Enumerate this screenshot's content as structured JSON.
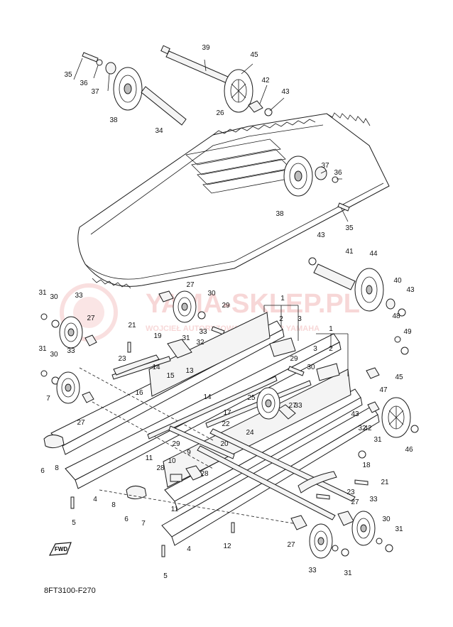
{
  "watermark": {
    "brand": "YAMA-SKLEP.PL",
    "tagline": "WOJCIEŁ AUTORYZOWANY DEALER YAMAHA",
    "color": "#d42a2a"
  },
  "diagram_code": "8FT3100-F270",
  "fwd_label": "FWD",
  "callouts": [
    {
      "n": "1"
    },
    {
      "n": "1"
    },
    {
      "n": "2"
    },
    {
      "n": "2"
    },
    {
      "n": "3"
    },
    {
      "n": "3"
    },
    {
      "n": "4"
    },
    {
      "n": "4"
    },
    {
      "n": "5"
    },
    {
      "n": "5"
    },
    {
      "n": "6"
    },
    {
      "n": "6"
    },
    {
      "n": "7"
    },
    {
      "n": "7"
    },
    {
      "n": "8"
    },
    {
      "n": "8"
    },
    {
      "n": "9"
    },
    {
      "n": "10"
    },
    {
      "n": "11"
    },
    {
      "n": "11"
    },
    {
      "n": "12"
    },
    {
      "n": "13"
    },
    {
      "n": "14"
    },
    {
      "n": "14"
    },
    {
      "n": "15"
    },
    {
      "n": "16"
    },
    {
      "n": "17"
    },
    {
      "n": "18"
    },
    {
      "n": "19"
    },
    {
      "n": "20"
    },
    {
      "n": "21"
    },
    {
      "n": "21"
    },
    {
      "n": "22"
    },
    {
      "n": "23"
    },
    {
      "n": "23"
    },
    {
      "n": "24"
    },
    {
      "n": "25"
    },
    {
      "n": "26"
    },
    {
      "n": "27"
    },
    {
      "n": "27"
    },
    {
      "n": "27"
    },
    {
      "n": "27"
    },
    {
      "n": "27"
    },
    {
      "n": "27"
    },
    {
      "n": "28"
    },
    {
      "n": "28"
    },
    {
      "n": "29"
    },
    {
      "n": "29"
    },
    {
      "n": "29"
    },
    {
      "n": "30"
    },
    {
      "n": "30"
    },
    {
      "n": "30"
    },
    {
      "n": "30"
    },
    {
      "n": "30"
    },
    {
      "n": "31"
    },
    {
      "n": "31"
    },
    {
      "n": "31"
    },
    {
      "n": "31"
    },
    {
      "n": "31"
    },
    {
      "n": "31"
    },
    {
      "n": "32"
    },
    {
      "n": "32"
    },
    {
      "n": "33"
    },
    {
      "n": "33"
    },
    {
      "n": "33"
    },
    {
      "n": "33"
    },
    {
      "n": "33"
    },
    {
      "n": "33"
    },
    {
      "n": "34"
    },
    {
      "n": "35"
    },
    {
      "n": "35"
    },
    {
      "n": "36"
    },
    {
      "n": "36"
    },
    {
      "n": "37"
    },
    {
      "n": "37"
    },
    {
      "n": "38"
    },
    {
      "n": "38"
    },
    {
      "n": "39"
    },
    {
      "n": "40"
    },
    {
      "n": "41"
    },
    {
      "n": "42"
    },
    {
      "n": "42"
    },
    {
      "n": "43"
    },
    {
      "n": "43"
    },
    {
      "n": "43"
    },
    {
      "n": "43"
    },
    {
      "n": "44"
    },
    {
      "n": "45"
    },
    {
      "n": "45"
    },
    {
      "n": "46"
    },
    {
      "n": "47"
    },
    {
      "n": "48"
    },
    {
      "n": "49"
    }
  ]
}
